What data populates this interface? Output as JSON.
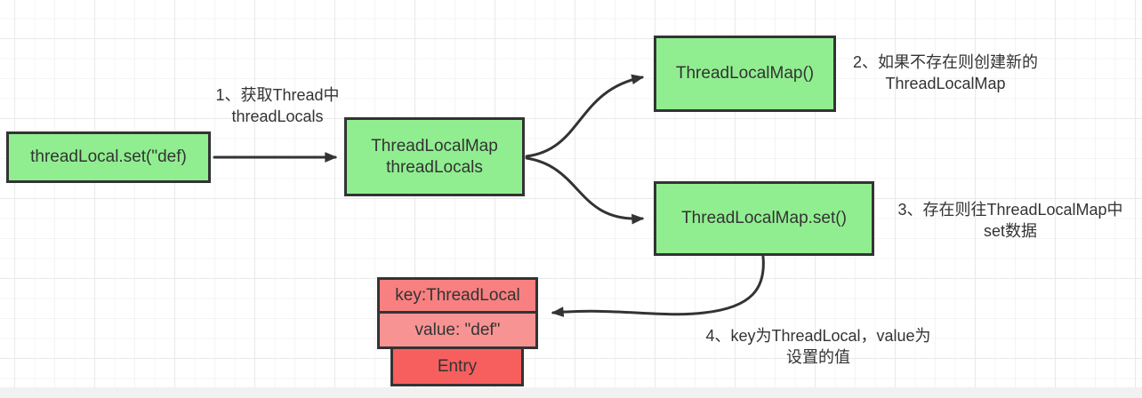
{
  "colors": {
    "green": "#90ee90",
    "pink": "#f88080",
    "pink_light": "#f89393",
    "red": "#f75f5f",
    "border": "#333333",
    "arrow": "#333333",
    "text": "#333333",
    "grid_minor": "#f4f4f4",
    "grid_major": "#e9e9e9",
    "edge_gray": "#f1f1f1"
  },
  "nodes": {
    "set_call": {
      "label": "threadLocal.set(\"def)"
    },
    "thread_field": {
      "line1": "ThreadLocalMap",
      "line2": "threadLocals"
    },
    "map_ctor": {
      "label": "ThreadLocalMap()"
    },
    "map_set": {
      "label": "ThreadLocalMap.set()"
    },
    "entry_key": {
      "label": "key:ThreadLocal"
    },
    "entry_value": {
      "label": "value: \"def\""
    },
    "entry": {
      "label": "Entry"
    }
  },
  "annotations": {
    "step1": {
      "line1": "1、获取Thread中",
      "line2": "threadLocals"
    },
    "step2": {
      "line1": "2、如果不存在则创建新的",
      "line2": "ThreadLocalMap"
    },
    "step3": {
      "line1": "3、存在则往ThreadLocalMap中",
      "line2": "set数据"
    },
    "step4": {
      "line1": "4、key为ThreadLocal，value为",
      "line2": "设置的值"
    }
  }
}
